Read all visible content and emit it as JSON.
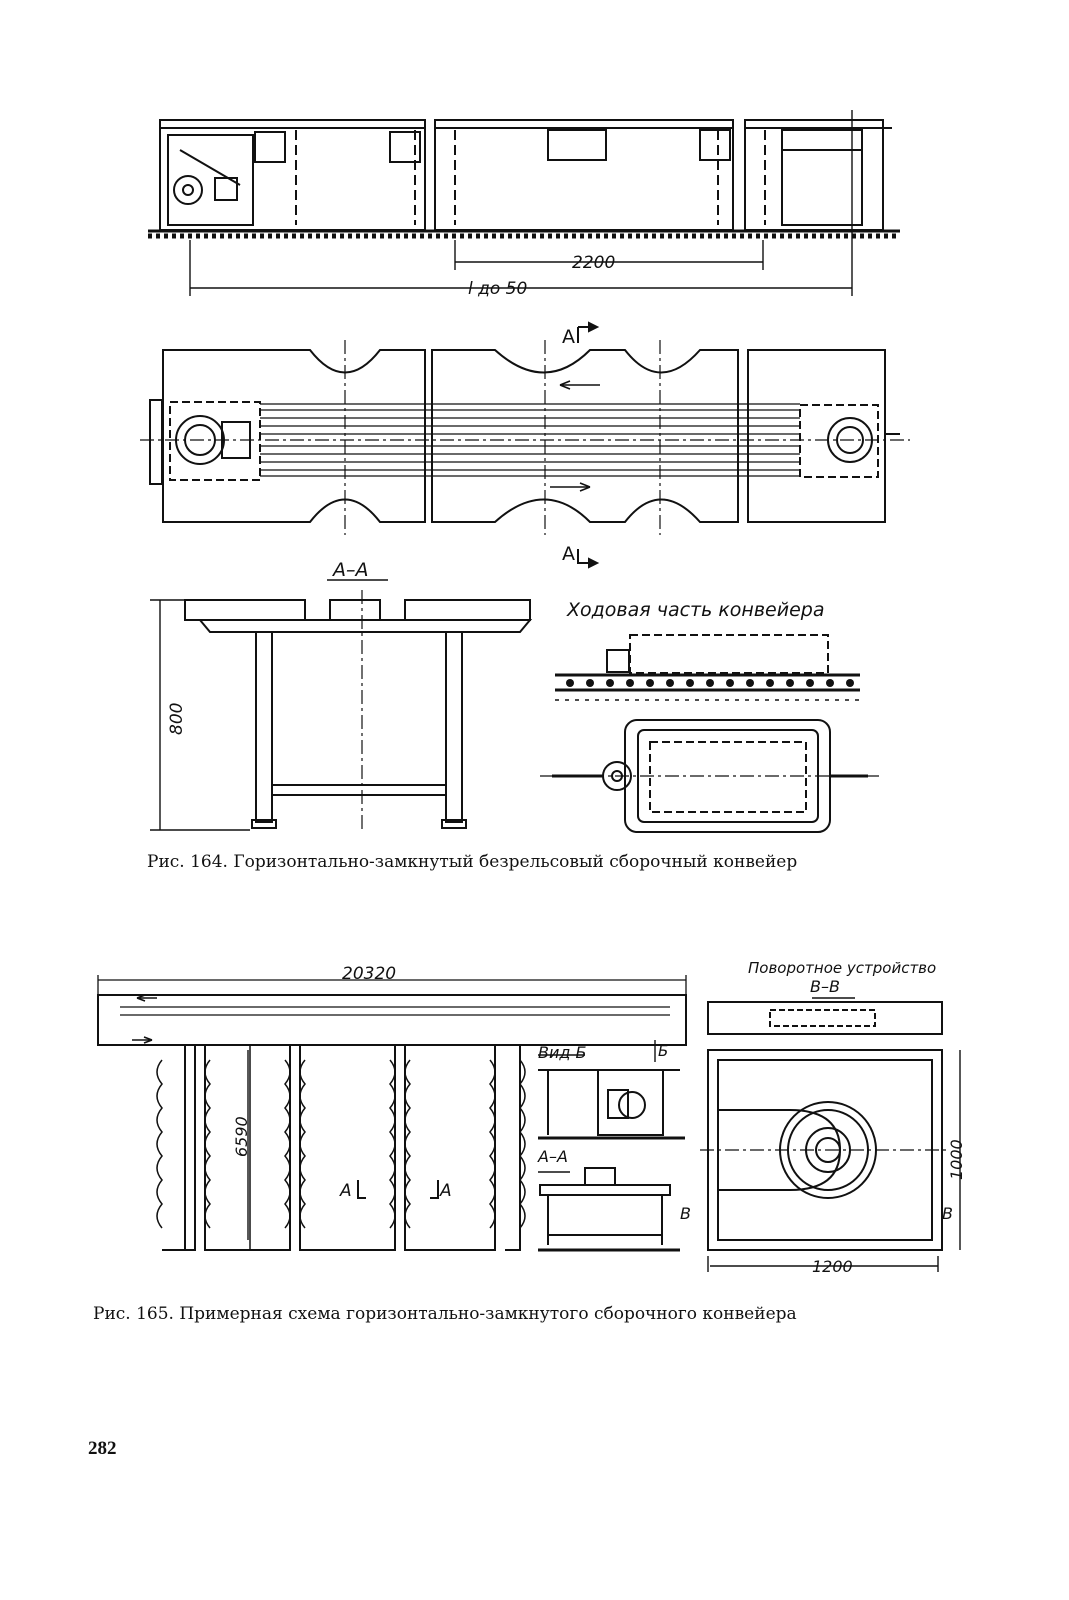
{
  "fig164": {
    "dims": {
      "d2200": "2200",
      "dL": "l до 50",
      "d800": "800"
    },
    "section_mark": "А",
    "section_title": "А–А",
    "running_part_title": "Ходовая часть конвейера",
    "caption": "Рис. 164. Горизонтально-замкнутый безрельсовый сборочный конвейер"
  },
  "fig165": {
    "dims": {
      "d20320": "20320",
      "d6590": "6590",
      "d1000": "1000",
      "d1200": "1200"
    },
    "mark_a": "А",
    "view_b": "Вид Б",
    "view_b_mark": "Б",
    "section_aa": "А–А",
    "turn_device": "Поворотное устройство",
    "section_bb": "В–В",
    "mark_b": "В",
    "caption": "Рис. 165. Примерная схема горизонтально-замкнутого сборочного конвейера"
  },
  "page_number": "282"
}
